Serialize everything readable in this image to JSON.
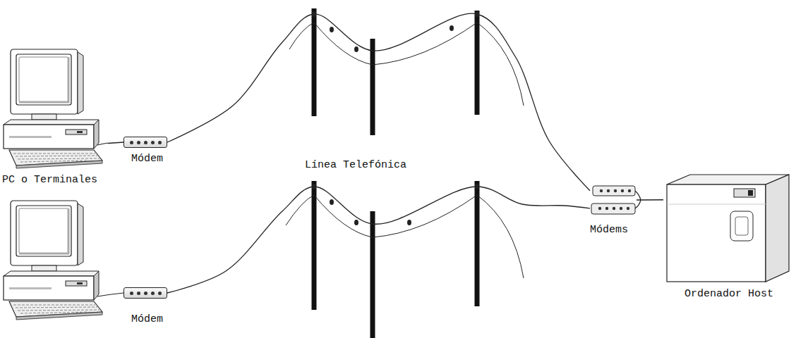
{
  "diagram": {
    "nodes": [
      {
        "text": [
          "PC o Terminales"
        ]
      },
      {
        "text": [
          "Módem"
        ]
      },
      {
        "text": [
          "Módem"
        ]
      },
      {
        "text": [
          "Módems"
        ]
      },
      {
        "text": [
          "Ordenador Host"
        ]
      }
    ],
    "edges": [
      {
        "from": 0,
        "to": 1,
        "arrow": "none"
      },
      {
        "from": 1,
        "to": 3,
        "arrow": "none"
      },
      {
        "from": 2,
        "to": 3,
        "arrow": "none"
      },
      {
        "from": 3,
        "to": 4,
        "arrow": "none"
      }
    ],
    "labels": [
      "Línea Telefónica"
    ]
  }
}
